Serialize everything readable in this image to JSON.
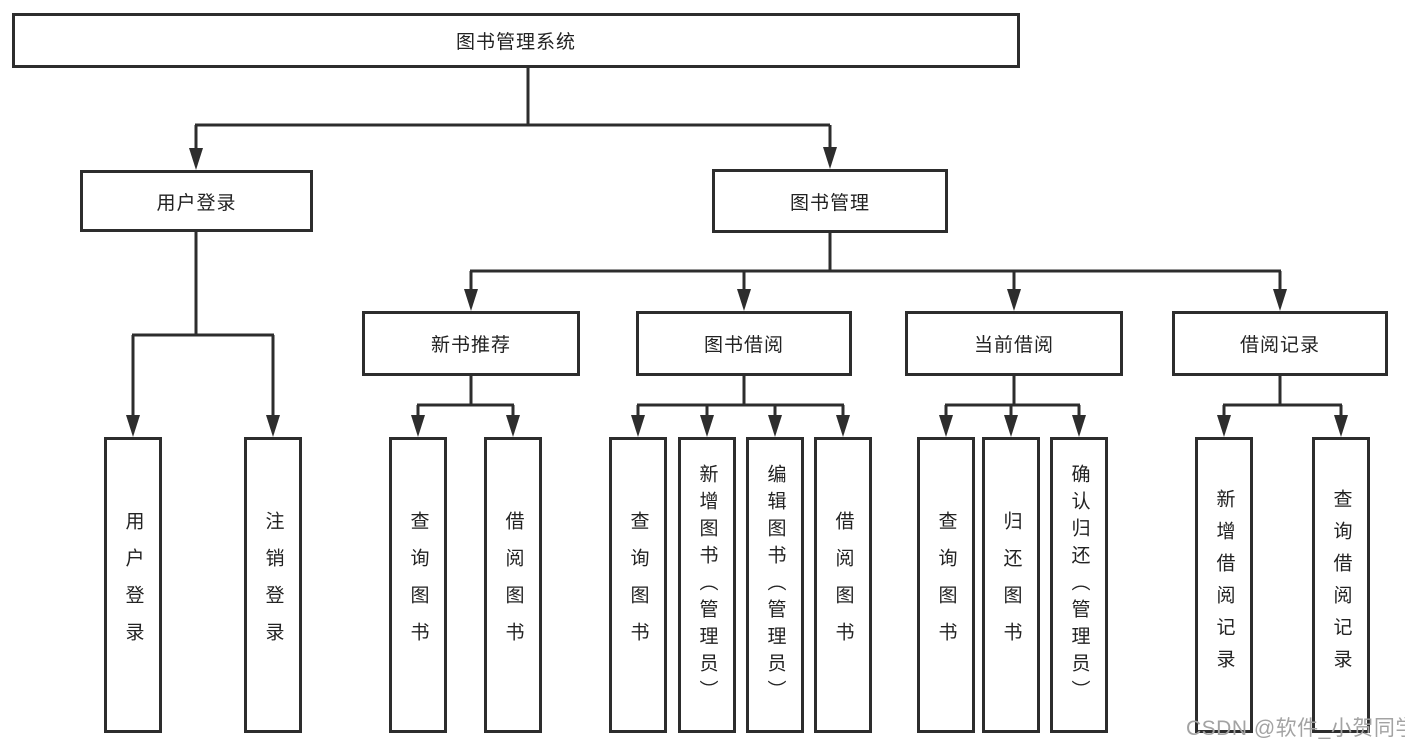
{
  "diagram": {
    "title": "图书管理系统",
    "branches": [
      {
        "label": "用户登录",
        "children": [
          {
            "label": "用户登录"
          },
          {
            "label": "注销登录"
          }
        ]
      },
      {
        "label": "图书管理",
        "children": [
          {
            "label": "新书推荐",
            "children": [
              {
                "label": "查询图书"
              },
              {
                "label": "借阅图书"
              }
            ]
          },
          {
            "label": "图书借阅",
            "children": [
              {
                "label": "查询图书"
              },
              {
                "label": "新增图书（管理员）"
              },
              {
                "label": "编辑图书（管理员）"
              },
              {
                "label": "借阅图书"
              }
            ]
          },
          {
            "label": "当前借阅",
            "children": [
              {
                "label": "查询图书"
              },
              {
                "label": "归还图书"
              },
              {
                "label": "确认归还（管理员）"
              }
            ]
          },
          {
            "label": "借阅记录",
            "children": [
              {
                "label": "新增借阅记录"
              },
              {
                "label": "查询借阅记录"
              }
            ]
          }
        ]
      }
    ]
  },
  "watermark": {
    "text": "CSDN @软件_小贺同学"
  },
  "colors": {
    "line": "#2d2d2d",
    "box_border": "#2d2d2d",
    "text": "#222222",
    "watermark": "#a3a3a3",
    "background": "#ffffff"
  }
}
